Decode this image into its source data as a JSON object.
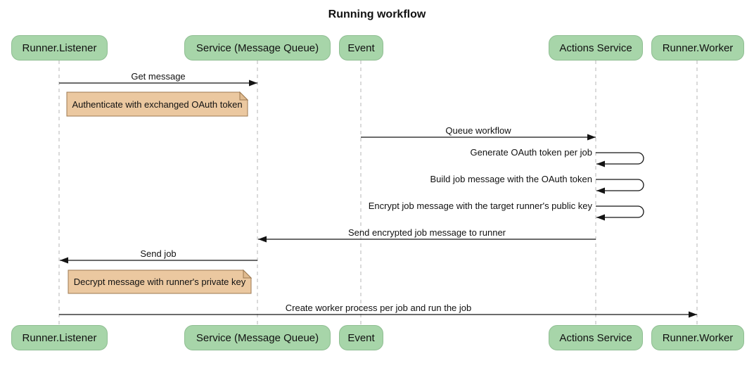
{
  "title": "Running workflow",
  "actors": [
    {
      "id": "runner-listener",
      "label": "Runner.Listener"
    },
    {
      "id": "service-message-queue",
      "label": "Service (Message Queue)"
    },
    {
      "id": "event",
      "label": "Event"
    },
    {
      "id": "actions-service",
      "label": "Actions Service"
    },
    {
      "id": "runner-worker",
      "label": "Runner.Worker"
    }
  ],
  "messages": [
    {
      "text": "Get message",
      "from": "Runner.Listener",
      "to": "Service (Message Queue)",
      "type": "solid-arrow"
    },
    {
      "text": "Queue workflow",
      "from": "Event",
      "to": "Actions Service",
      "type": "solid-arrow"
    },
    {
      "text": "Generate OAuth token per job",
      "from": "Actions Service",
      "to": "Actions Service",
      "type": "self-loop"
    },
    {
      "text": "Build job message with the OAuth token",
      "from": "Actions Service",
      "to": "Actions Service",
      "type": "self-loop"
    },
    {
      "text": "Encrypt job message with the target runner's public key",
      "from": "Actions Service",
      "to": "Actions Service",
      "type": "self-loop"
    },
    {
      "text": "Send encrypted job message to runner",
      "from": "Actions Service",
      "to": "Service (Message Queue)",
      "type": "solid-arrow"
    },
    {
      "text": "Send job",
      "from": "Service (Message Queue)",
      "to": "Runner.Listener",
      "type": "solid-arrow"
    },
    {
      "text": "Create worker process per job and run the job",
      "from": "Runner.Listener",
      "to": "Runner.Worker",
      "type": "solid-arrow"
    }
  ],
  "notes": [
    {
      "text": "Authenticate with exchanged OAuth token",
      "anchor": "Runner.Listener"
    },
    {
      "text": "Decrypt message with runner's private key",
      "anchor": "Runner.Listener"
    }
  ],
  "colors": {
    "actor_fill": "#a7d5a9",
    "actor_border": "#8fbe92",
    "note_fill": "#ebc8a0",
    "note_border": "#9c7850",
    "lifeline": "#b4b4b4",
    "arrow": "#141414",
    "text": "#111111",
    "background": "#ffffff"
  }
}
